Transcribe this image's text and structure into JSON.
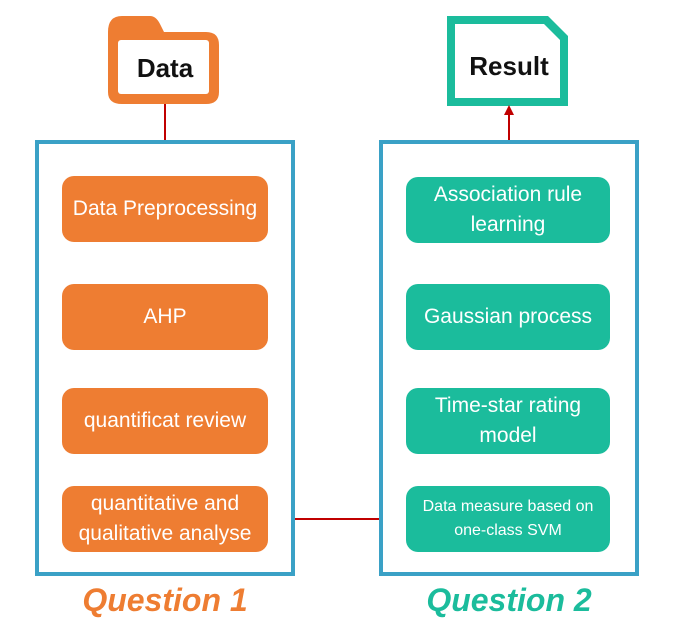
{
  "icons": {
    "data_label": "Data",
    "result_label": "Result"
  },
  "question1": {
    "caption": "Question 1",
    "steps": {
      "data_preprocessing": "Data Preprocessing",
      "ahp": "AHP",
      "quantificat_review": "quantificat review",
      "analyse": "quantitative and qualitative analyse"
    }
  },
  "question2": {
    "caption": "Question 2",
    "steps": {
      "association": "Association rule learning",
      "gaussian": "Gaussian process",
      "time_star": "Time-star rating model",
      "svm": "Data measure based on one-class SVM"
    }
  },
  "colors": {
    "orange": "#ee7d32",
    "teal": "#1bbc9c",
    "panel_border": "#3aa1c6",
    "arrow": "#c00000"
  }
}
